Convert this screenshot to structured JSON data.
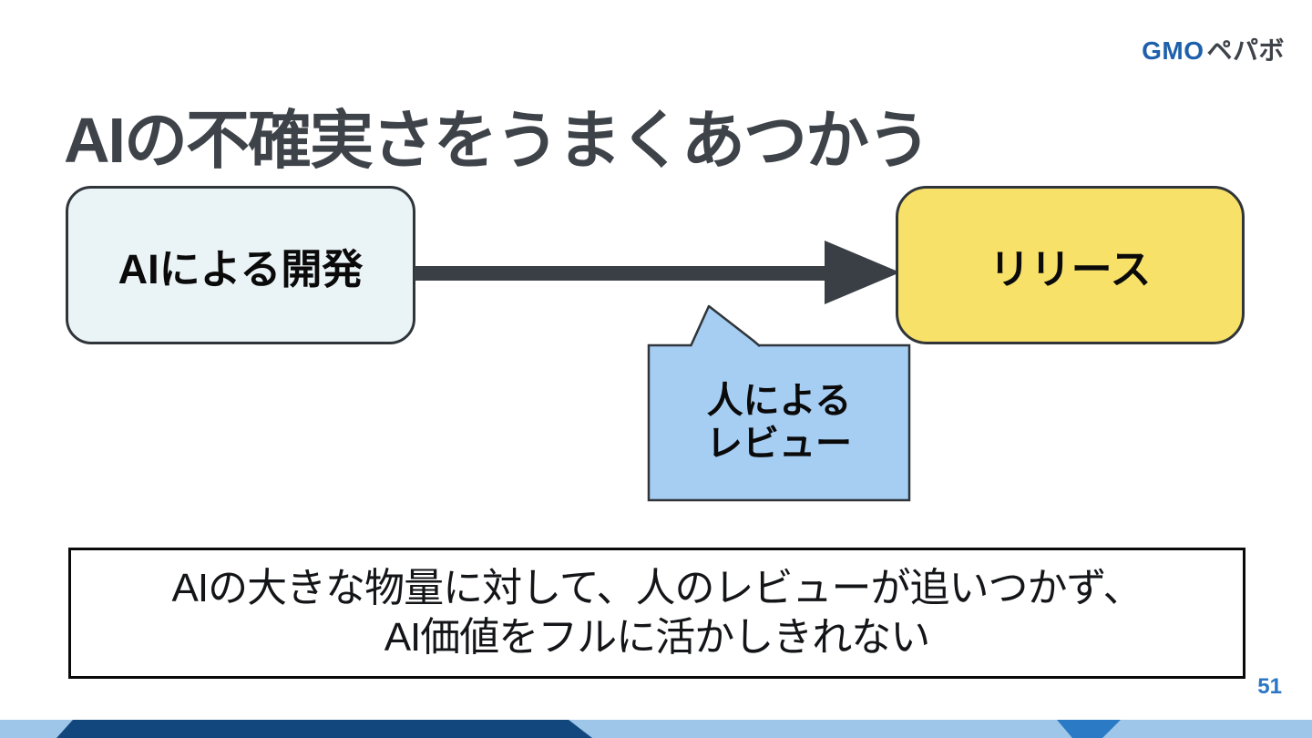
{
  "logo": {
    "gmo": "GMO",
    "pepabo": "ペパボ"
  },
  "title": "AIの不確実さをうまくあつかう",
  "diagram": {
    "left_box_label": "AIによる開発",
    "right_box_label": "リリース",
    "bubble": {
      "line1": "人による",
      "line2": "レビュー"
    }
  },
  "summary": {
    "line1": "AIの大きな物量に対して、人のレビューが追いつかず、",
    "line2": "AI価値をフルに活かしきれない"
  },
  "page_number": "51",
  "colors": {
    "title_text": "#3e4349",
    "logo_blue": "#1e60ab",
    "logo_dark": "#3e4349",
    "left_box_fill": "#eaf3f6",
    "right_box_fill": "#f8e168",
    "box_border": "#2f353a",
    "arrow": "#3a3f45",
    "bubble_fill": "#a6cdf2",
    "summary_border": "#0a0a0a",
    "page_number_blue": "#2b76c4",
    "band_light_blue": "#9dc6e8",
    "band_navy": "#11477c",
    "band_mid_blue": "#2b7ac5"
  }
}
